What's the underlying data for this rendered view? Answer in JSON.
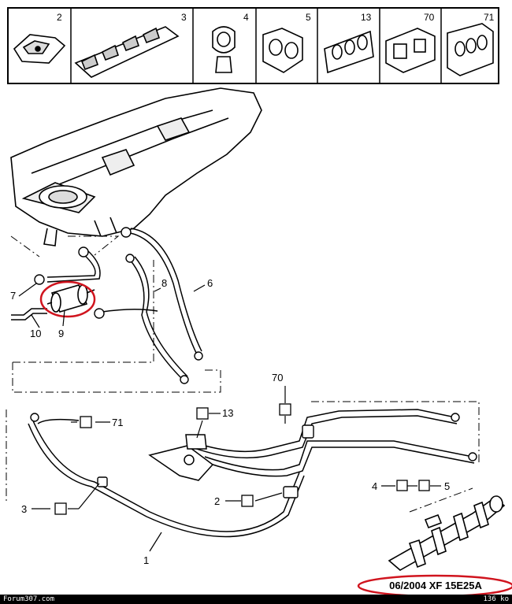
{
  "parts_strip": {
    "items": [
      {
        "number": "2",
        "icon": "clip-flat-icon"
      },
      {
        "number": "3",
        "icon": "clip-rail-icon"
      },
      {
        "number": "4",
        "icon": "clip-single-icon"
      },
      {
        "number": "5",
        "icon": "clip-double-icon"
      },
      {
        "number": "13",
        "icon": "clip-triple-icon"
      },
      {
        "number": "70",
        "icon": "clip-block-icon"
      },
      {
        "number": "71",
        "icon": "clip-quad-icon"
      }
    ]
  },
  "callouts": {
    "c1": "1",
    "c2": "2",
    "c3": "3",
    "c4": "4",
    "c5": "5",
    "c6": "6",
    "c7": "7",
    "c8": "8",
    "c9": "9",
    "c10": "10",
    "c13": "13",
    "c70": "70",
    "c71": "71"
  },
  "reference": "06/2004  XF 15E25A",
  "footer": {
    "source": "Forum307.com",
    "size": "136 ko"
  },
  "colors": {
    "highlight": "#d0141e",
    "line": "#000000",
    "footer_bg": "#000000"
  }
}
